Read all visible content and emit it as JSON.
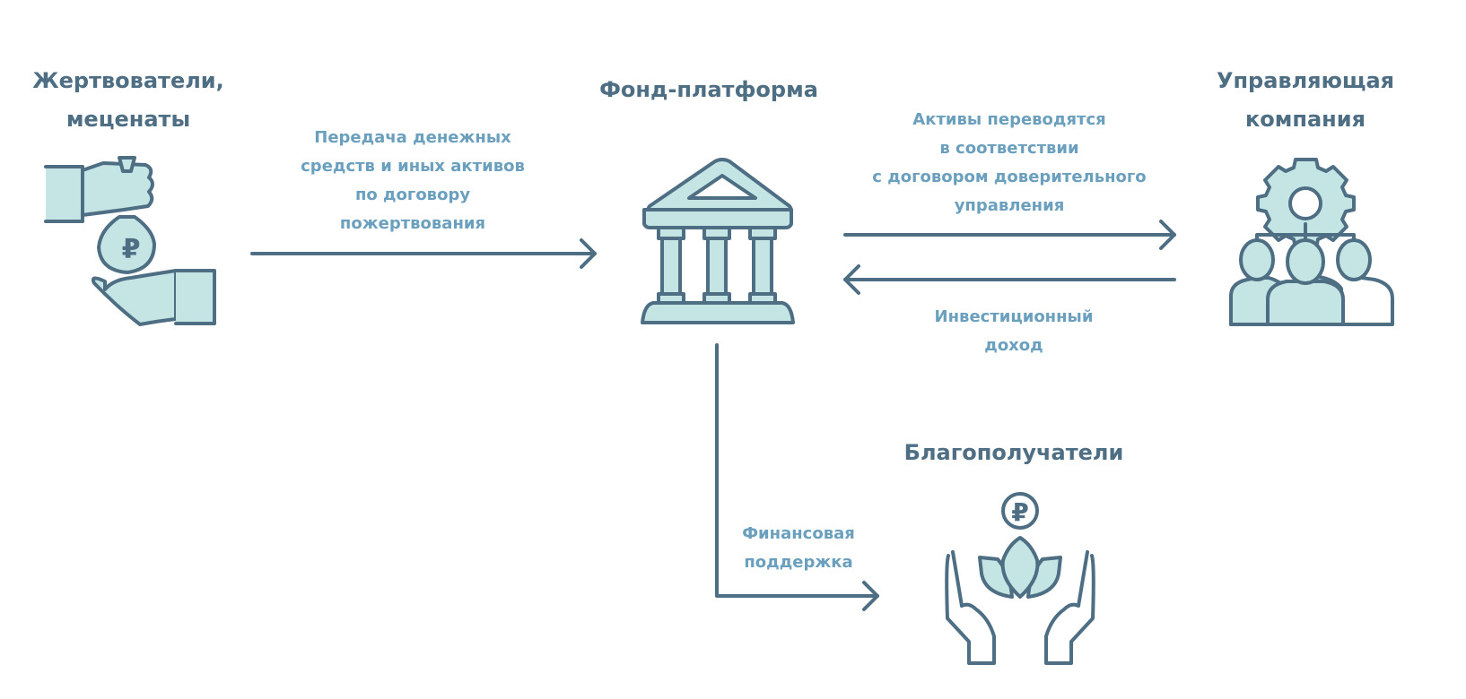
{
  "nodes": {
    "donors": {
      "title": [
        "Жертвователи,",
        "меценаты"
      ],
      "icon": "hand-giving-money-bag-icon"
    },
    "foundation": {
      "title": [
        "Фонд-платформа"
      ],
      "icon": "institution-building-icon"
    },
    "management_company": {
      "title": [
        "Управляющая",
        "компания"
      ],
      "icon": "team-with-gear-icon"
    },
    "beneficiaries": {
      "title": [
        "Благополучатели"
      ],
      "icon": "hands-with-lotus-icon"
    }
  },
  "edges": {
    "donation": {
      "label": [
        "Передача денежных",
        "средств и иных активов",
        "по договору",
        "пожертвования"
      ]
    },
    "trust_transfer": {
      "label": [
        "Активы переводятся",
        "в соответствии",
        "с договором доверительного",
        "управления"
      ]
    },
    "investment_income": {
      "label": [
        "Инвестиционный",
        "доход"
      ]
    },
    "financial_support": {
      "label": [
        "Финансовая",
        "поддержка"
      ]
    }
  },
  "icon_glyphs": {
    "ruble": "₽"
  },
  "colors": {
    "stroke": "#4e6e84",
    "fill": "#c5e5e4",
    "title": "#4e6e84",
    "label": "#6a9fbd"
  }
}
